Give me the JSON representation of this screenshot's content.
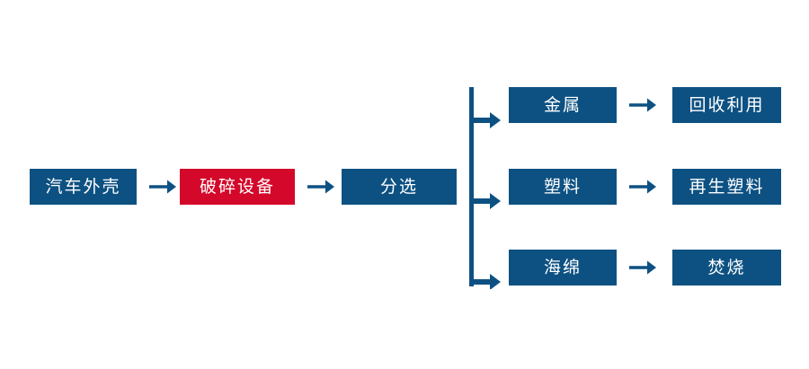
{
  "diagram": {
    "title_text": "",
    "colors": {
      "node_blue": "#0d5182",
      "node_red": "#d4082a",
      "arrow": "#0d5182",
      "background": "#ffffff",
      "text": "#ffffff"
    },
    "main_chain": [
      {
        "id": "car-shell",
        "label": "汽车外壳",
        "color": "blue"
      },
      {
        "id": "shredder",
        "label": "破碎设备",
        "color": "red"
      },
      {
        "id": "sorting",
        "label": "分选",
        "color": "blue"
      }
    ],
    "branches": [
      {
        "id": "metal",
        "material": {
          "label": "金属",
          "color": "blue"
        },
        "outcome": {
          "label": "回收利用",
          "color": "blue"
        }
      },
      {
        "id": "plastic",
        "material": {
          "label": "塑料",
          "color": "blue"
        },
        "outcome": {
          "label": "再生塑料",
          "color": "blue"
        }
      },
      {
        "id": "sponge",
        "material": {
          "label": "海绵",
          "color": "blue"
        },
        "outcome": {
          "label": "焚烧",
          "color": "blue"
        }
      }
    ],
    "connectors": {
      "arrow_icon_name": "right-arrow-icon",
      "bus_icon_name": "branch-bus-icon"
    }
  }
}
